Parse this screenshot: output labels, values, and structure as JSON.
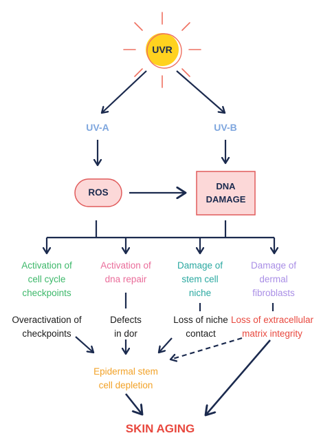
{
  "colors": {
    "navy": "#1b2a4e",
    "sun_fill": "#ffd21f",
    "sun_ray": "#ee7060",
    "light_blue": "#7ea6de",
    "box_fill": "#fcd8d8",
    "box_border": "#e05a5a",
    "green": "#3db86a",
    "pink": "#ea6c9a",
    "teal": "#2aa8a0",
    "purple": "#a98ee6",
    "red": "#e8483e",
    "orange": "#f2a228",
    "dark": "#1a1a1a"
  },
  "diagram": {
    "source": "UVR",
    "uva": "UV-A",
    "uvb": "UV-B",
    "ros": "ROS",
    "dna_damage": [
      "DNA",
      "DAMAGE"
    ],
    "branches": [
      {
        "name": "activation-cell-cycle",
        "lines": [
          "Activation of",
          "cell cycle",
          "checkpoints"
        ]
      },
      {
        "name": "activation-dna-repair",
        "lines": [
          "Activation of",
          "dna repair"
        ]
      },
      {
        "name": "damage-stem-cell-niche",
        "lines": [
          "Damage of",
          "stem cell",
          "niche"
        ]
      },
      {
        "name": "damage-dermal-fibroblasts",
        "lines": [
          "Damage of",
          "dermal",
          "fibroblasts"
        ]
      }
    ],
    "consequences": [
      {
        "name": "overactivation",
        "lines": [
          "Overactivation of",
          "checkpoints"
        ]
      },
      {
        "name": "defects",
        "lines": [
          "Defects",
          "in dor"
        ]
      },
      {
        "name": "loss-niche",
        "lines": [
          "Loss of niche",
          "contact"
        ]
      },
      {
        "name": "loss-ecm",
        "lines": [
          "Loss of extracellular",
          "matrix integrity"
        ]
      }
    ],
    "depletion": [
      "Epidermal stem",
      "cell depletion"
    ],
    "outcome": "SKIN AGING"
  }
}
